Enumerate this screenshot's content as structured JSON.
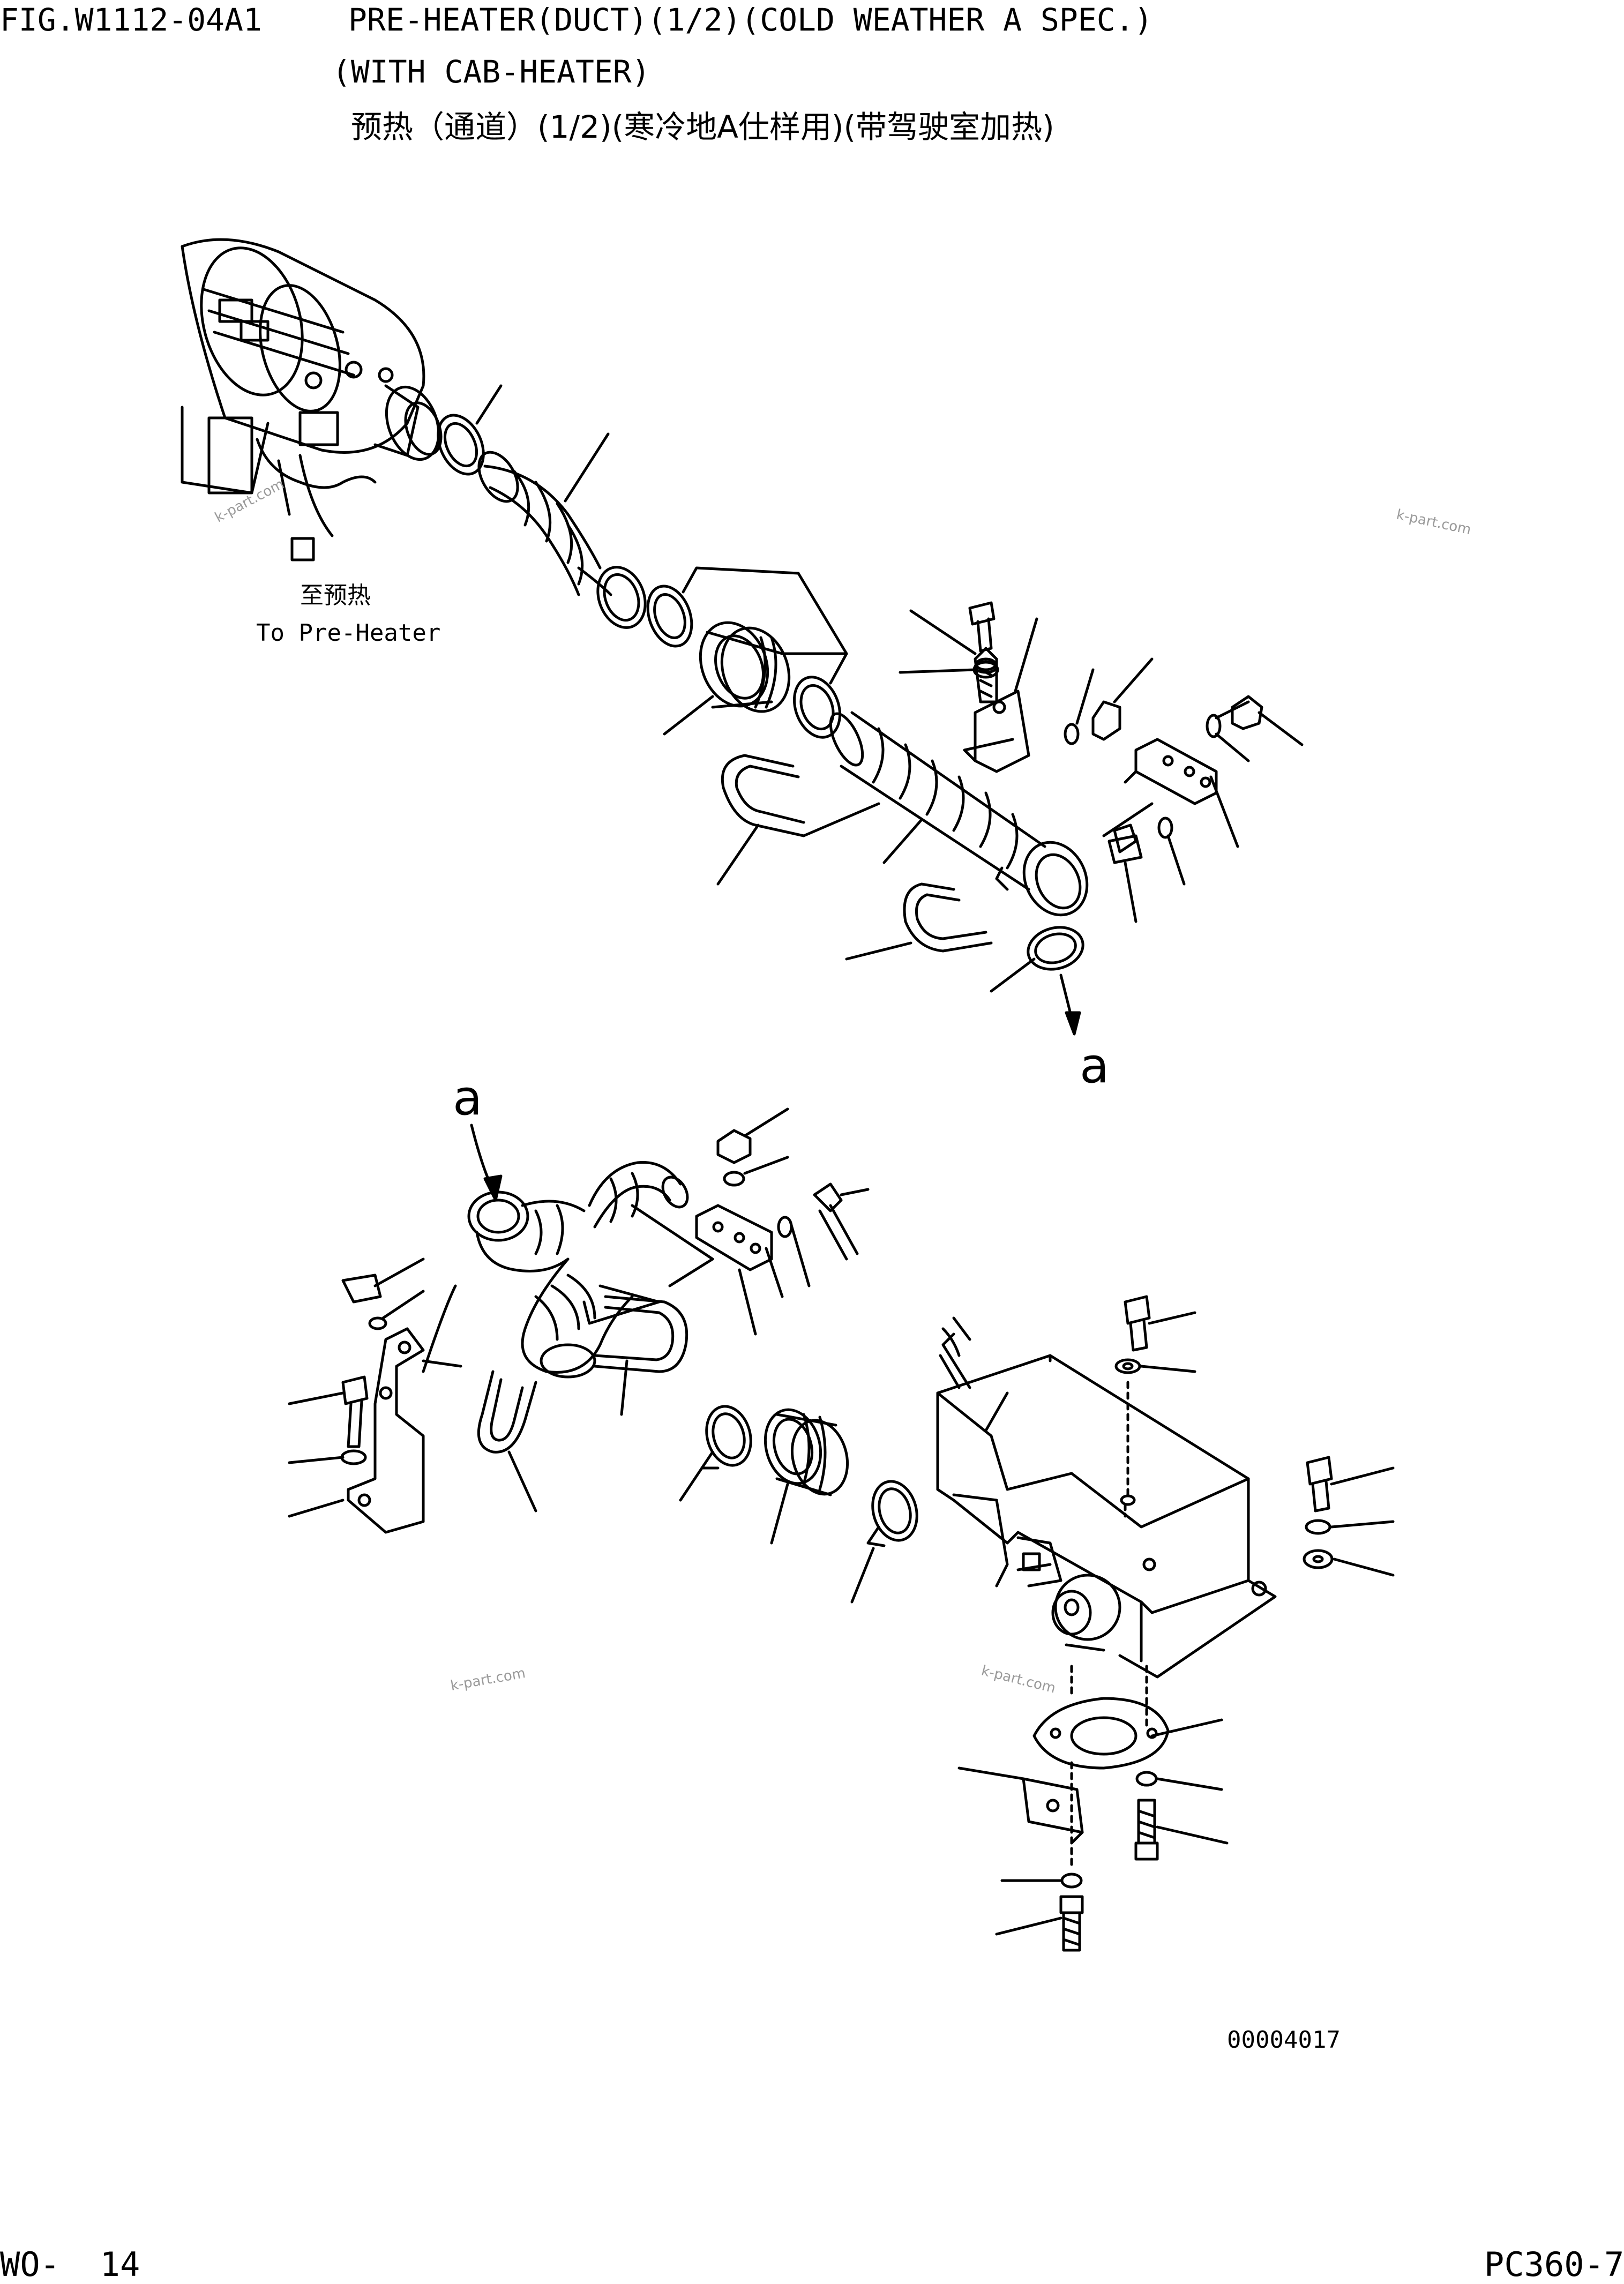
{
  "header": {
    "fig_id": "FIG.W1112-04A1",
    "title_line1": "PRE-HEATER(DUCT)(1/2)(COLD WEATHER A SPEC.)",
    "title_line2": "(WITH CAB-HEATER)",
    "title_cn": "预热（通道）(1/2)(寒冷地A仕样用)(带驾驶室加热)"
  },
  "diagram": {
    "label_cn": "至预热",
    "label_en": "To Pre-Heater",
    "ref_mark_out": "a",
    "ref_mark_in": "a",
    "drawing_number": "00004017",
    "watermarks": [
      "k-part.com",
      "k-part.com",
      "k-part.com",
      "k-part.com"
    ]
  },
  "footer": {
    "page": "WO-  14",
    "model": "PC360-7"
  }
}
